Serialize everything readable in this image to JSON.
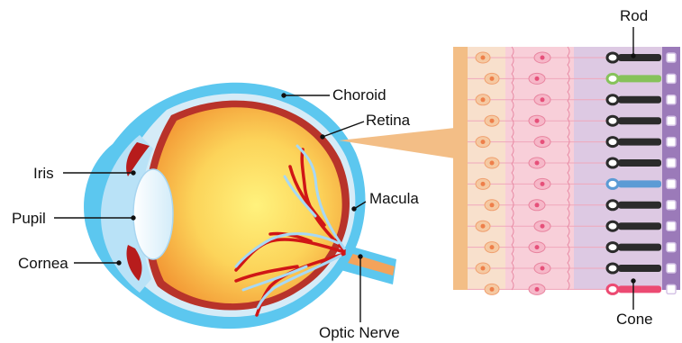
{
  "labels": {
    "choroid": "Choroid",
    "retina": "Retina",
    "iris": "Iris",
    "pupil": "Pupil",
    "cornea": "Cornea",
    "macula": "Macula",
    "optic_nerve": "Optic Nerve",
    "rod": "Rod",
    "cone": "Cone"
  },
  "colors": {
    "sclera_outer": "#5cc7ef",
    "choroid_band": "#cfe7f5",
    "retina_edge": "#c0392b",
    "vitreous_inner": "#fff07a",
    "vitreous_outer": "#f5a33a",
    "lens": "#e6f4fc",
    "iris": "#b71c1c",
    "vessel_red": "#d01616",
    "vessel_blue": "#a7d8f5",
    "tissue_orange": "#f3be86",
    "tissue_peach": "#f8e0cc",
    "tissue_pink": "#f8cfd9",
    "tissue_lavender": "#ddc9e3",
    "pigment_purple": "#9b7ab9",
    "rod_black": "#2b2b2b",
    "cone_green": "#86c25a",
    "cone_blue": "#5b9bd5",
    "cone_red": "#ec4a72"
  },
  "photoreceptors": [
    "rod",
    "cone-green",
    "rod",
    "rod",
    "rod",
    "rod",
    "cone-blue",
    "rod",
    "rod",
    "rod",
    "rod",
    "cone-red"
  ]
}
